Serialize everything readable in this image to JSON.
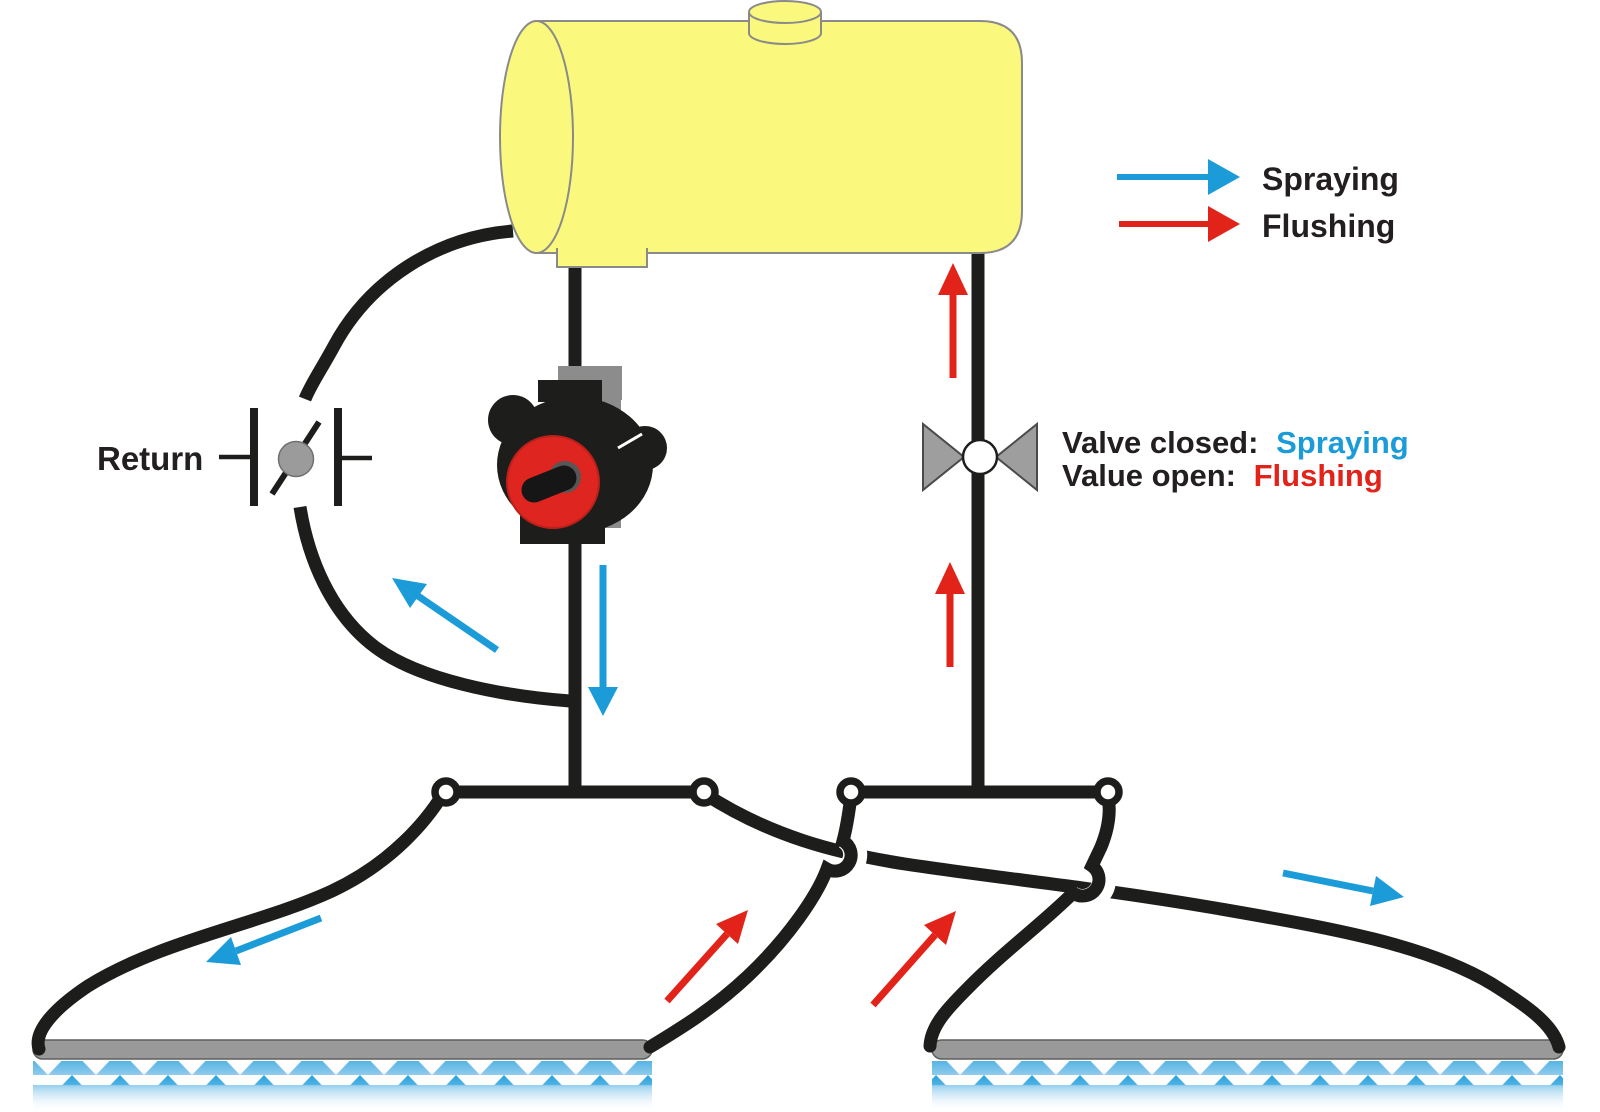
{
  "diagram": {
    "type": "sprayer-plumbing-schematic",
    "legend": {
      "items": [
        {
          "icon": "right-arrow",
          "label": "Spraying"
        },
        {
          "icon": "right-arrow",
          "label": "Flushing"
        }
      ]
    },
    "labels": {
      "return_valve": "Return"
    },
    "valve_note": {
      "line1_label": "Valve closed:",
      "line1_value": "Spraying",
      "line2_label": "Value open:",
      "line2_value": "Flushing"
    },
    "components": {
      "tank": "chemical-tank",
      "pump": "pump",
      "inline_valve": "flush-valve",
      "return_valve": "return-valve",
      "left_boom": "spray-boom-left",
      "right_boom": "spray-boom-right"
    }
  },
  "colors": {
    "spraying": "#1B9CD8",
    "flushing": "#E2231A",
    "tank_fill": "#FAF97E",
    "tank_outline": "#8A8A8A",
    "pipe": "#1D1D1B",
    "boom_bar": "#999999",
    "valve_gray": "#9E9E9E",
    "pump_red": "#DE251F",
    "spray_blue": "#29A2DC",
    "text": "#231F20"
  }
}
